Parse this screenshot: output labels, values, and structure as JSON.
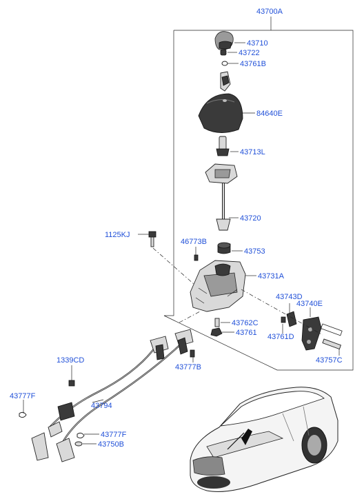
{
  "labels": [
    {
      "id": "43700A",
      "text": "43700A"
    },
    {
      "id": "43710",
      "text": "43710"
    },
    {
      "id": "43722",
      "text": "43722"
    },
    {
      "id": "43761B",
      "text": "43761B"
    },
    {
      "id": "84640E",
      "text": "84640E"
    },
    {
      "id": "43713L",
      "text": "43713L"
    },
    {
      "id": "43720",
      "text": "43720"
    },
    {
      "id": "1125KJ",
      "text": "1125KJ"
    },
    {
      "id": "46773B",
      "text": "46773B"
    },
    {
      "id": "43753",
      "text": "43753"
    },
    {
      "id": "43731A",
      "text": "43731A"
    },
    {
      "id": "43743D",
      "text": "43743D"
    },
    {
      "id": "43740E",
      "text": "43740E"
    },
    {
      "id": "43762C",
      "text": "43762C"
    },
    {
      "id": "43761",
      "text": "43761"
    },
    {
      "id": "43761D",
      "text": "43761D"
    },
    {
      "id": "43757C",
      "text": "43757C"
    },
    {
      "id": "43777B",
      "text": "43777B"
    },
    {
      "id": "1339CD",
      "text": "1339CD"
    },
    {
      "id": "43794",
      "text": "43794"
    },
    {
      "id": "43777F_left",
      "text": "43777F"
    },
    {
      "id": "43777F_right",
      "text": "43777F"
    },
    {
      "id": "43750B",
      "text": "43750B"
    }
  ]
}
